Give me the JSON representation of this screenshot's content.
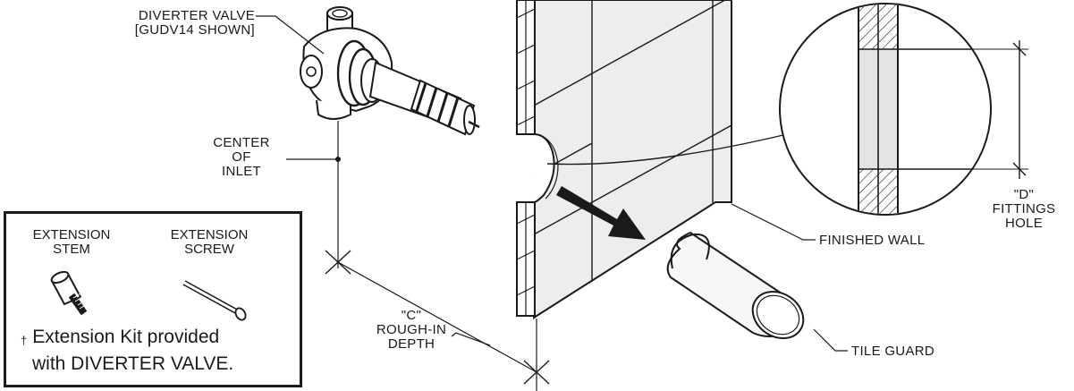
{
  "labels": {
    "diverter_valve_l1": "DIVERTER VALVE",
    "diverter_valve_l2": "[GUDV14 SHOWN]",
    "center_l1": "CENTER",
    "center_l2": "OF",
    "center_l3": "INLET",
    "c_l1": "\"C\"",
    "c_l2": "ROUGH-IN",
    "c_l3": "DEPTH",
    "d_l1": "\"D\"",
    "d_l2": "FITTINGS",
    "d_l3": "HOLE",
    "finished_wall": "FINISHED WALL",
    "tile_guard": "TILE GUARD"
  },
  "kit": {
    "stem_l1": "EXTENSION",
    "stem_l2": "STEM",
    "screw_l1": "EXTENSION",
    "screw_l2": "SCREW",
    "dagger": "†",
    "note_l1": "Extension Kit provided",
    "note_l2": "with DIVERTER VALVE."
  },
  "colors": {
    "line": "#1a1a1a",
    "wall_fill": "#ededed",
    "hatch_fill": "#dcdcdc",
    "tube_fill": "#f7f7f7"
  }
}
